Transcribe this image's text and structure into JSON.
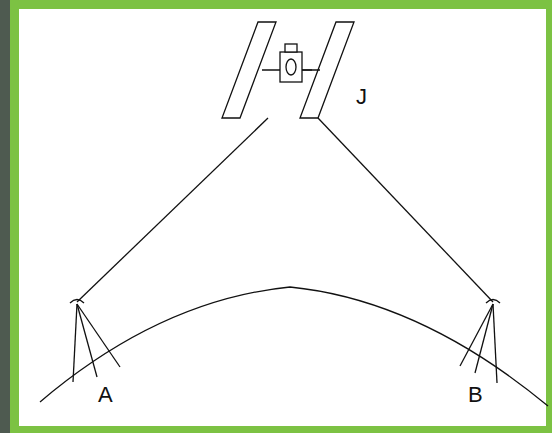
{
  "diagram": {
    "labels": [
      "J",
      "A",
      "B"
    ]
  }
}
